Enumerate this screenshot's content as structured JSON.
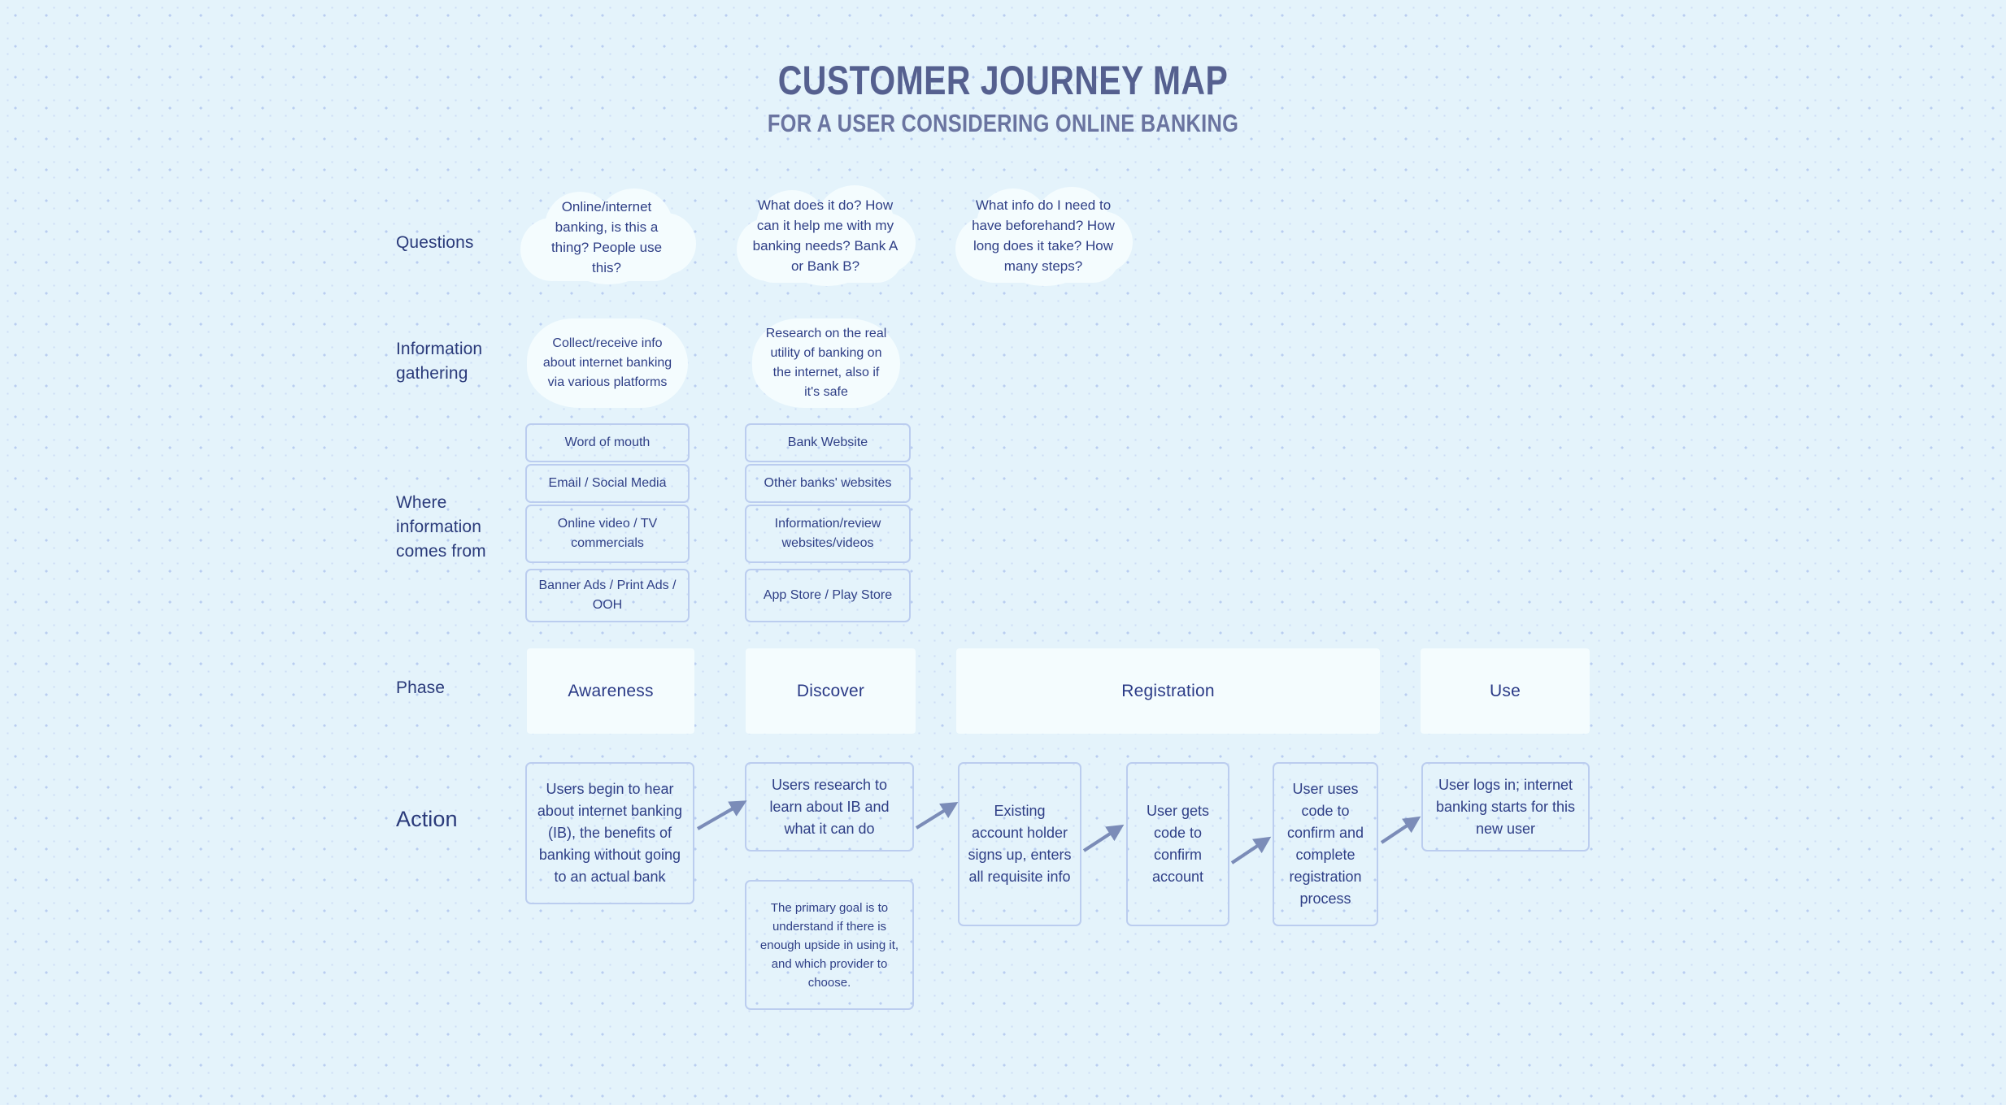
{
  "header": {
    "title": "CUSTOMER JOURNEY MAP",
    "subtitle": "FOR A USER CONSIDERING ONLINE BANKING"
  },
  "rows": {
    "questions_label": "Questions",
    "information_gathering_label": "Information\ngathering",
    "where_information_label": "Where\ninformation\ncomes from",
    "phase_label": "Phase",
    "action_label": "Action"
  },
  "questions": [
    {
      "text": "Online/internet banking, is this a thing? People use this?"
    },
    {
      "text": "What does it do? How can it help me with my banking needs? Bank A or Bank B?"
    },
    {
      "text": "What info do I need to have beforehand? How long does it take? How many steps?"
    }
  ],
  "information_gathering": [
    {
      "text": "Collect/receive info about internet banking via various platforms"
    },
    {
      "text": "Research on the real utility of banking on the internet, also if it's safe"
    }
  ],
  "where_information_comes_from": {
    "column_one": [
      {
        "text": "Word of mouth"
      },
      {
        "text": "Email / Social Media"
      },
      {
        "text": "Online video  / TV commercials"
      },
      {
        "text": "Banner Ads / Print Ads / OOH"
      }
    ],
    "column_two": [
      {
        "text": "Bank Website"
      },
      {
        "text": "Other banks' websites"
      },
      {
        "text": "Information/review websites/videos"
      },
      {
        "text": "App Store / Play Store"
      }
    ]
  },
  "phases": [
    {
      "label": "Awareness"
    },
    {
      "label": "Discover"
    },
    {
      "label": "Registration"
    },
    {
      "label": "Use"
    }
  ],
  "actions": [
    {
      "text": "Users begin to hear about internet banking (IB), the benefits of banking without going to an actual bank"
    },
    {
      "text": "Users research to learn about IB and what it can do"
    },
    {
      "text": "Existing account holder signs up, enters all requisite info"
    },
    {
      "text": "User gets code to confirm account"
    },
    {
      "text": "User uses code to confirm and complete registration process"
    },
    {
      "text": "User logs in; internet banking starts for this new user"
    }
  ],
  "action_note": {
    "text": "The primary goal is to understand if there is enough upside in using it, and which provider to choose."
  },
  "colors": {
    "background": "#e4f3fb",
    "card_fill": "#f4fcfe",
    "card_border": "#bbcdef",
    "text": "#2f3f86",
    "title": "#55608f",
    "arrow": "#7b8cb8"
  }
}
